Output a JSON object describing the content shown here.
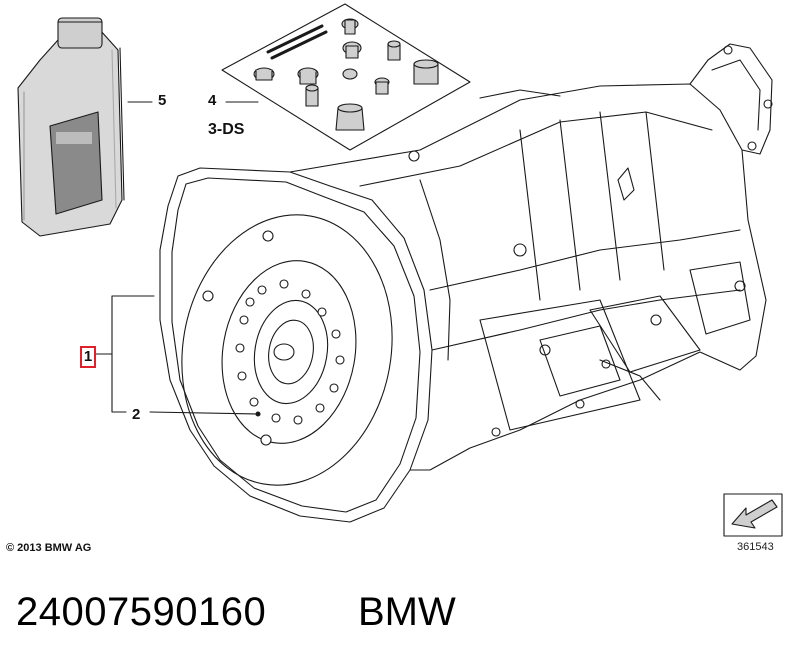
{
  "diagram": {
    "callouts": {
      "item_5": "5",
      "item_4": "4",
      "item_4_sub": "3-DS",
      "item_1": "1",
      "item_2": "2"
    },
    "copyright": "© 2013 BMW AG",
    "diagram_number": "361543"
  },
  "part": {
    "number": "24007590160",
    "brand": "BMW"
  },
  "colors": {
    "callout_highlight": "#e0212b",
    "line": "#1a1a1a"
  }
}
